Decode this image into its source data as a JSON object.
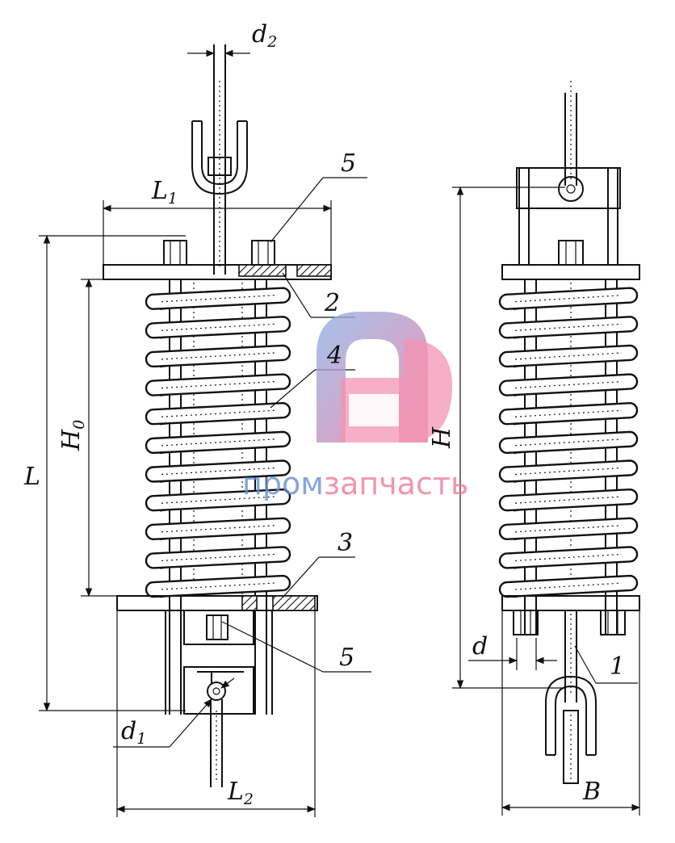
{
  "labels": {
    "d2": {
      "main": "d",
      "sub": "2"
    },
    "L1": {
      "main": "L",
      "sub": "1"
    },
    "L": "L",
    "H0": {
      "main": "H",
      "sub": "0"
    },
    "H": "H",
    "d1": {
      "main": "d",
      "sub": "1"
    },
    "L2": {
      "main": "L",
      "sub": "2"
    },
    "d": "d",
    "B": "B",
    "part_1": "1",
    "part_2": "2",
    "part_3": "3",
    "part_4": "4",
    "part_5_top": "5",
    "part_5_bottom": "5"
  },
  "watermark": {
    "text_part1": "пром",
    "text_part2": "запчасть",
    "color_blue": "#6a8fd0",
    "color_pink": "#f07a9a"
  }
}
